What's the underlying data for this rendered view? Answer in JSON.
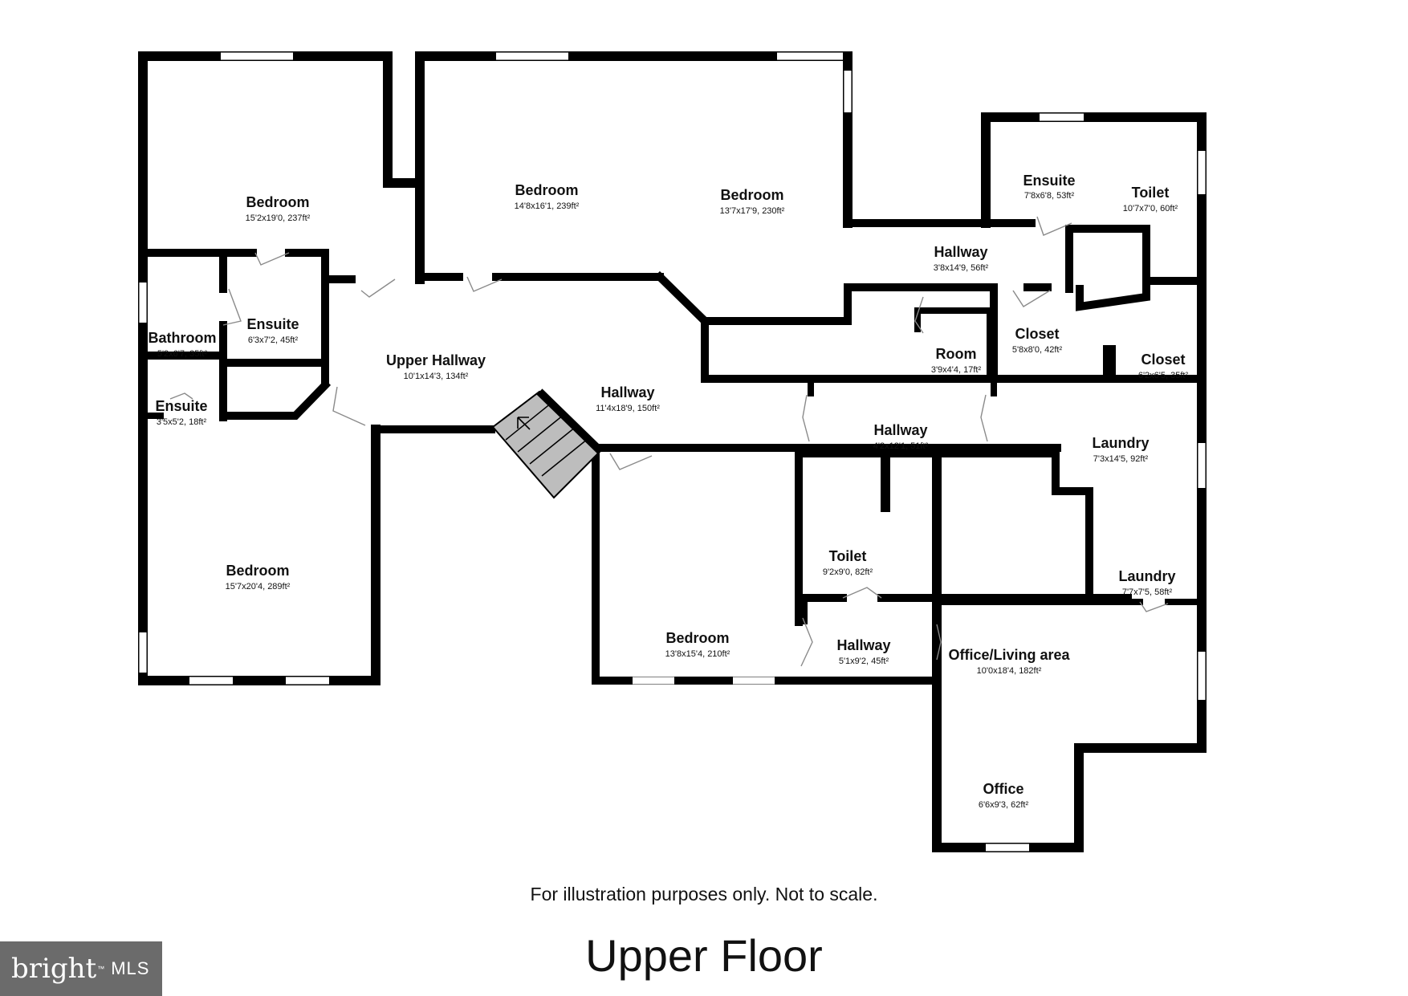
{
  "rooms": [
    {
      "id": "bedroom-1",
      "name": "Bedroom",
      "dims": "15'2x19'0, 237ft²"
    },
    {
      "id": "bedroom-2",
      "name": "Bedroom",
      "dims": "14'8x16'1, 239ft²"
    },
    {
      "id": "bedroom-3",
      "name": "Bedroom",
      "dims": "13'7x17'9, 230ft²"
    },
    {
      "id": "ensuite-1",
      "name": "Ensuite",
      "dims": "7'8x6'8, 53ft²"
    },
    {
      "id": "toilet-1",
      "name": "Toilet",
      "dims": "10'7x7'0, 60ft²"
    },
    {
      "id": "hallway-1",
      "name": "Hallway",
      "dims": "3'8x14'9, 56ft²"
    },
    {
      "id": "bathroom",
      "name": "Bathroom",
      "dims": "5'2x6'7, 35ft²"
    },
    {
      "id": "ensuite-2",
      "name": "Ensuite",
      "dims": "6'3x7'2, 45ft²"
    },
    {
      "id": "upper-hallway",
      "name": "Upper Hallway",
      "dims": "10'1x14'3, 134ft²"
    },
    {
      "id": "closet-1",
      "name": "Closet",
      "dims": "5'8x8'0, 42ft²"
    },
    {
      "id": "room",
      "name": "Room",
      "dims": "3'9x4'4, 17ft²"
    },
    {
      "id": "closet-2",
      "name": "Closet",
      "dims": "6'2x6'5, 35ft²"
    },
    {
      "id": "ensuite-3",
      "name": "Ensuite",
      "dims": "3'5x5'2, 18ft²"
    },
    {
      "id": "hallway-2",
      "name": "Hallway",
      "dims": "11'4x18'9, 150ft²"
    },
    {
      "id": "hallway-3",
      "name": "Hallway",
      "dims": "4'2x12'1, 51ft²"
    },
    {
      "id": "laundry-1",
      "name": "Laundry",
      "dims": "7'3x14'5, 92ft²"
    },
    {
      "id": "bedroom-4",
      "name": "Bedroom",
      "dims": "15'7x20'4, 289ft²"
    },
    {
      "id": "toilet-2",
      "name": "Toilet",
      "dims": "9'2x9'0, 82ft²"
    },
    {
      "id": "laundry-2",
      "name": "Laundry",
      "dims": "7'7x7'5, 58ft²"
    },
    {
      "id": "bedroom-5",
      "name": "Bedroom",
      "dims": "13'8x15'4, 210ft²"
    },
    {
      "id": "hallway-4",
      "name": "Hallway",
      "dims": "5'1x9'2, 45ft²"
    },
    {
      "id": "office-living",
      "name": "Office/Living area",
      "dims": "10'0x18'4, 182ft²"
    },
    {
      "id": "office",
      "name": "Office",
      "dims": "6'6x9'3, 62ft²"
    }
  ],
  "disclaimer": "For illustration purposes only. Not to scale.",
  "floor_title": "Upper Floor",
  "logo": {
    "brand": "bright",
    "suffix": "MLS",
    "trademark": "™"
  },
  "colors": {
    "wall": "#000000",
    "stairs": "#bdbdbd",
    "logo_bg": "#6b6b6b",
    "door_swing": "#8a8a8a"
  }
}
